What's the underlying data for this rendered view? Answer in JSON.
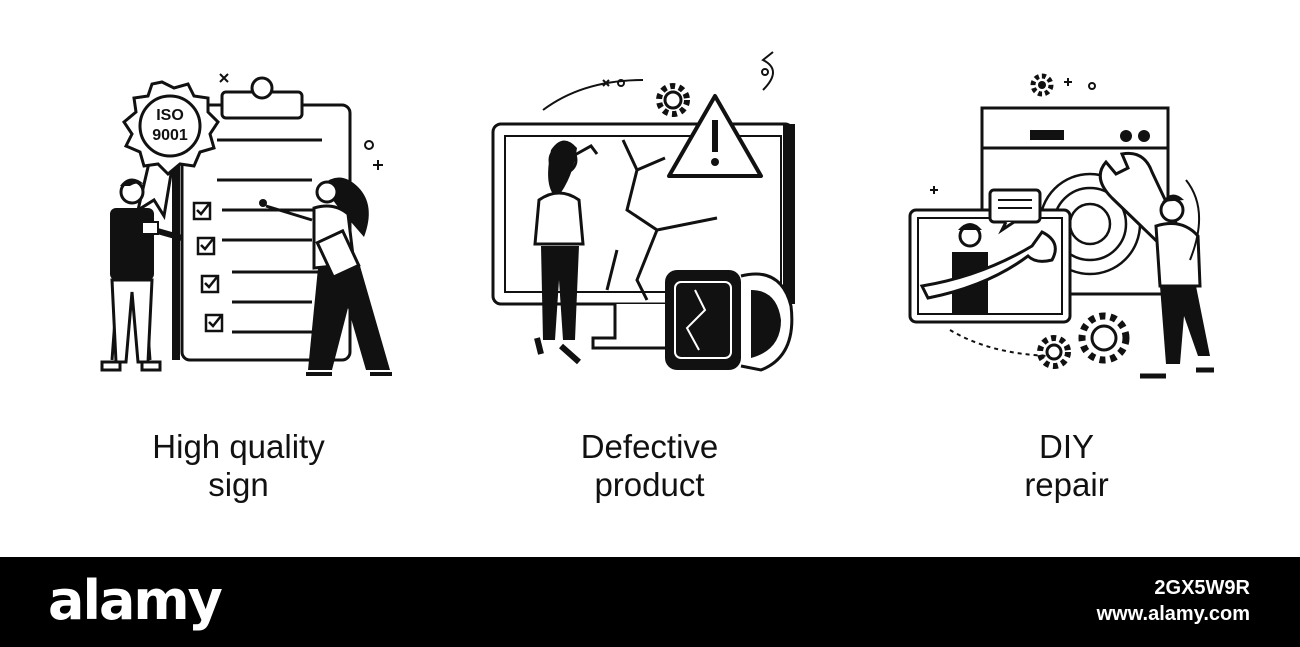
{
  "illustrations": [
    {
      "line1": "High quality",
      "line2": "sign",
      "badge_line1": "ISO",
      "badge_line2": "9001"
    },
    {
      "line1": "Defective",
      "line2": "product"
    },
    {
      "line1": "DIY",
      "line2": "repair"
    }
  ],
  "footer": {
    "brand": "alamy",
    "image_id": "2GX5W9R",
    "site": "www.alamy.com"
  },
  "colors": {
    "ink": "#111111",
    "background": "#ffffff",
    "footer": "#000000"
  }
}
